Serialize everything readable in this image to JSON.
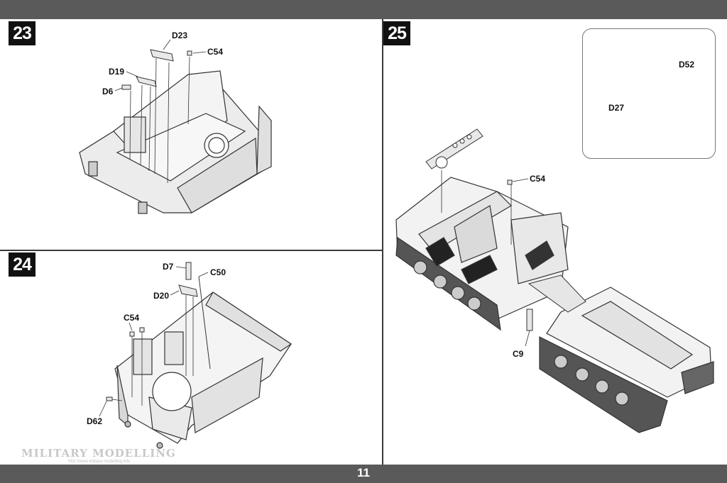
{
  "page_number": "11",
  "steps": {
    "s23": {
      "number": "23",
      "parts": {
        "d23": "D23",
        "c54": "C54",
        "d19": "D19",
        "d6": "D6"
      }
    },
    "s24": {
      "number": "24",
      "parts": {
        "d7": "D7",
        "c50": "C50",
        "d20": "D20",
        "c54": "C54",
        "d62": "D62"
      }
    },
    "s25": {
      "number": "25",
      "parts": {
        "c54": "C54",
        "c9": "C9"
      },
      "inset": {
        "d52": "D52",
        "d27": "D27"
      }
    }
  },
  "watermark": {
    "text": "MILITARY MODELLING",
    "url": "http://www.military-modelling.info"
  },
  "colors": {
    "bars": "#5a5a5a",
    "step_badge": "#111111",
    "model_fill": "#e8e8e8",
    "model_stroke": "#333333"
  }
}
